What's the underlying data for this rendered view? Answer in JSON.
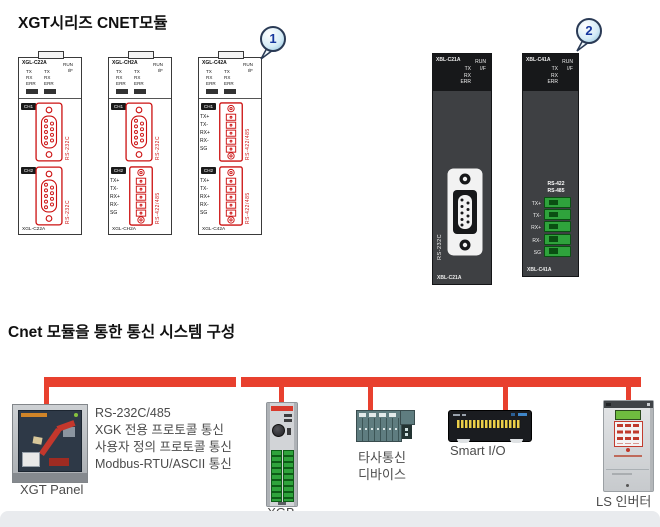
{
  "titles": {
    "section1": "XGT시리즈 CNET모듈",
    "section2": "Cnet 모듈을 통한 통신 시스템 구성"
  },
  "callouts": {
    "one": "1",
    "two": "2"
  },
  "led": {
    "tx": "TX",
    "rx": "RX",
    "err": "ERR",
    "run": "RUN",
    "iff": "I/F"
  },
  "ch": {
    "ch1": "CH1",
    "ch2": "CH2"
  },
  "pins": {
    "txp": "TX+",
    "txm": "TX-",
    "rxp": "RX+",
    "rxm": "RX-",
    "sg": "SG"
  },
  "conn_labels": {
    "rs232": "RS-232C",
    "rs422_485": "RS-422/485",
    "rs422": "RS-422",
    "rs485": "RS-485"
  },
  "xgl_modules": [
    {
      "name": "XGL-C22A",
      "bottom": "XGL-C22A"
    },
    {
      "name": "XGL-CH2A",
      "bottom": "XGL-CH2A"
    },
    {
      "name": "XGL-C42A",
      "bottom": "XGL-C42A"
    }
  ],
  "xbl_modules": [
    {
      "name": "XBL-C21A",
      "bottom": "XBL-C21A"
    },
    {
      "name": "XBL-C41A",
      "bottom": "XBL-C41A"
    }
  ],
  "system": {
    "info": {
      "l1": "RS-232C/485",
      "l2": "XGK 전용 프로토콜 통신",
      "l3": "사용자 정의 프로토콜 통신",
      "l4": "Modbus-RTU/ASCII 통신"
    },
    "labels": {
      "xgt_panel": "XGT Panel",
      "xgb": "XGB",
      "third_party_line1": "타사통신",
      "third_party_line2": "디바이스",
      "smart_io": "Smart I/O",
      "ls_inverter": "LS 인버터"
    }
  },
  "colors": {
    "bus_red": "#e8402e",
    "connector_red": "#cc1111",
    "module_body_dark": "#3e4043",
    "terminal_green": "#2fa33c",
    "footer_gray": "#e9ebee"
  }
}
